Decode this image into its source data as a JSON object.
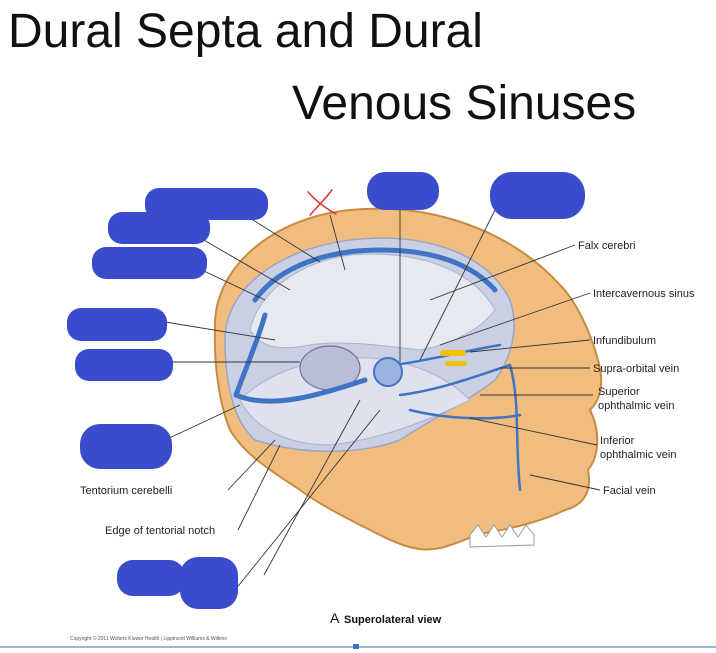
{
  "title": {
    "line1": "Dural Septa and Dural",
    "line2": "Venous  Sinuses"
  },
  "labels": {
    "falx_cerebri": "Falx cerebri",
    "intercavernous_sinus": "Intercavernous sinus",
    "infundibulum": "Infundibulum",
    "supra_orbital_vein": "Supra-orbital vein",
    "superior_ophthalmic_vein_1": "Superior",
    "superior_ophthalmic_vein_2": "ophthalmic vein",
    "inferior_ophthalmic_vein_1": "Inferior",
    "inferior_ophthalmic_vein_2": "ophthalmic vein",
    "facial_vein": "Facial vein",
    "tentorium_cerebelli": "Tentorium cerebelli",
    "edge_tentorial_notch": "Edge of tentorial notch"
  },
  "view": {
    "letter": "A",
    "name": "Superolateral view"
  },
  "copyright": "Copyright © 2011 Wolters Kluwer Health | Lippincott Williams & Wilkins",
  "colors": {
    "mask": "#3a4ccc",
    "bone": "#f1bd7e",
    "dura": "#c9d0e4",
    "vein": "#3f73c4",
    "mark": "#e03a3a"
  }
}
